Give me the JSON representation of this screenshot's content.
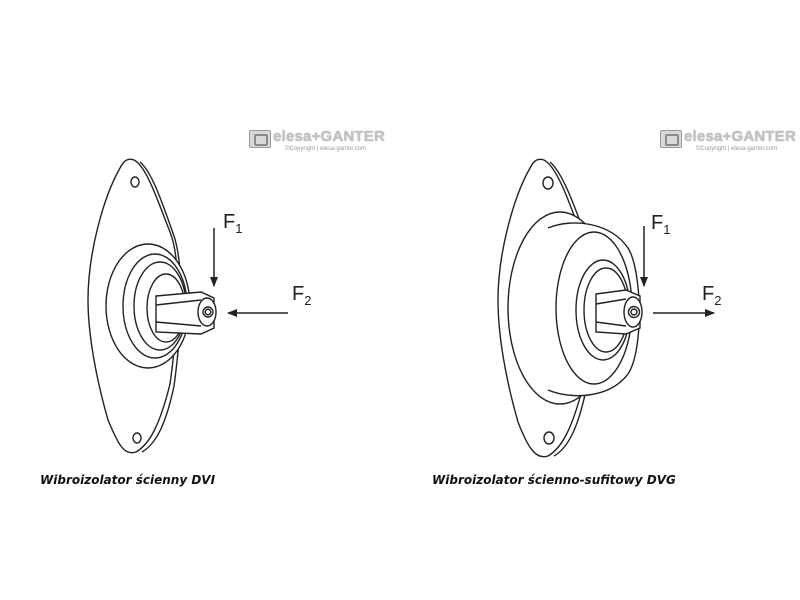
{
  "brand": {
    "logo_text": "elesa+GANTER",
    "copyright": "©Copyright | elesa-ganter.com"
  },
  "products": [
    {
      "caption": "Wibroizolator ścienny DVI",
      "force1": {
        "symbol": "F",
        "subscript": "1"
      },
      "force2": {
        "symbol": "F",
        "subscript": "2"
      }
    },
    {
      "caption": "Wibroizolator ścienno-sufitowy DVG",
      "force1": {
        "symbol": "F",
        "subscript": "1"
      },
      "force2": {
        "symbol": "F",
        "subscript": "2"
      }
    }
  ],
  "colors": {
    "stroke": "#222222",
    "logo_gray": "#c2c2c2"
  }
}
